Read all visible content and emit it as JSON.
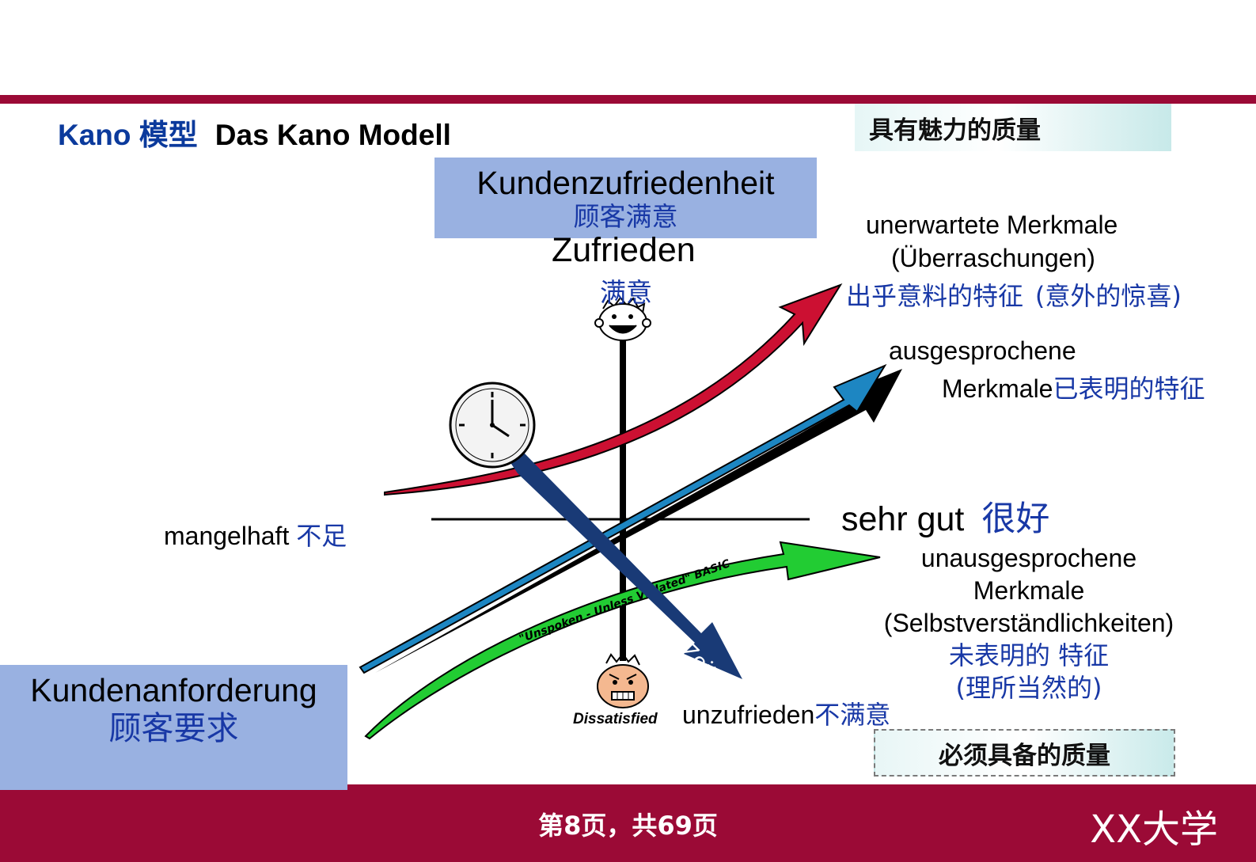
{
  "title": {
    "part1": "Kano 模型",
    "part2": "Das Kano Modell"
  },
  "badges": {
    "attractive": "具有魅力的质量",
    "must_be": "必须具备的质量"
  },
  "satisfaction_box": {
    "de": "Kundenzufriedenheit",
    "zh": "顾客满意"
  },
  "requirement_box": {
    "de": "Kundenanforderung",
    "zh": "顾客要求"
  },
  "axis": {
    "top_de": "Zufrieden",
    "top_zh": "满意",
    "bottom_de": "unzufrieden",
    "bottom_zh": "不满意",
    "left_de": "mangelhaft",
    "left_zh": "不足",
    "right_de": "sehr gut",
    "right_zh": "很好",
    "time_label": "Zeit",
    "dissatisfied_label": "Dissatisfied"
  },
  "curves": {
    "attractive": {
      "de_line1": "unerwartete Merkmale",
      "de_line2": "(Überraschungen)",
      "zh": "出乎意料的特征",
      "zh_paren": "(意外的惊喜)",
      "color": "#cc1032"
    },
    "performance": {
      "de_line1": "ausgesprochene",
      "de_line2": "Merkmale",
      "zh": "已表明的特征",
      "color": "#1d86c2"
    },
    "basic": {
      "de_line1": "unausgesprochene",
      "de_line2": "Merkmale",
      "de_line3": "(Selbstverständlichkeiten)",
      "zh_line1": "未表明的 特征",
      "zh_line2": "(理所当然的)",
      "arrow_text": "\"Unspoken - Unless Violated\" BASIC",
      "color": "#22cc33"
    }
  },
  "footer": {
    "page": "第8页，共69页",
    "university": "XX大学"
  }
}
